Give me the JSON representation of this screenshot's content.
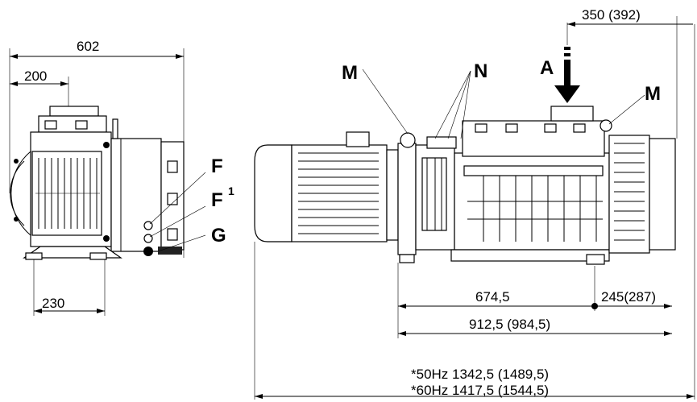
{
  "dimensions": {
    "overall_width_side": "602",
    "flange_offset": "200",
    "foot_width": "230",
    "top_right": "350 (392)",
    "base_length": "674,5",
    "right_offset": "245(287)",
    "total_length": "912,5 (984,5)",
    "overall_50hz": "*50Hz 1342,5 (1489,5)",
    "overall_60hz": "*60Hz 1417,5 (1544,5)"
  },
  "labels": {
    "F": "F",
    "F1": "F",
    "F1_sup": "1",
    "G": "G",
    "M_left": "M",
    "N": "N",
    "A": "A",
    "M_right": "M"
  }
}
